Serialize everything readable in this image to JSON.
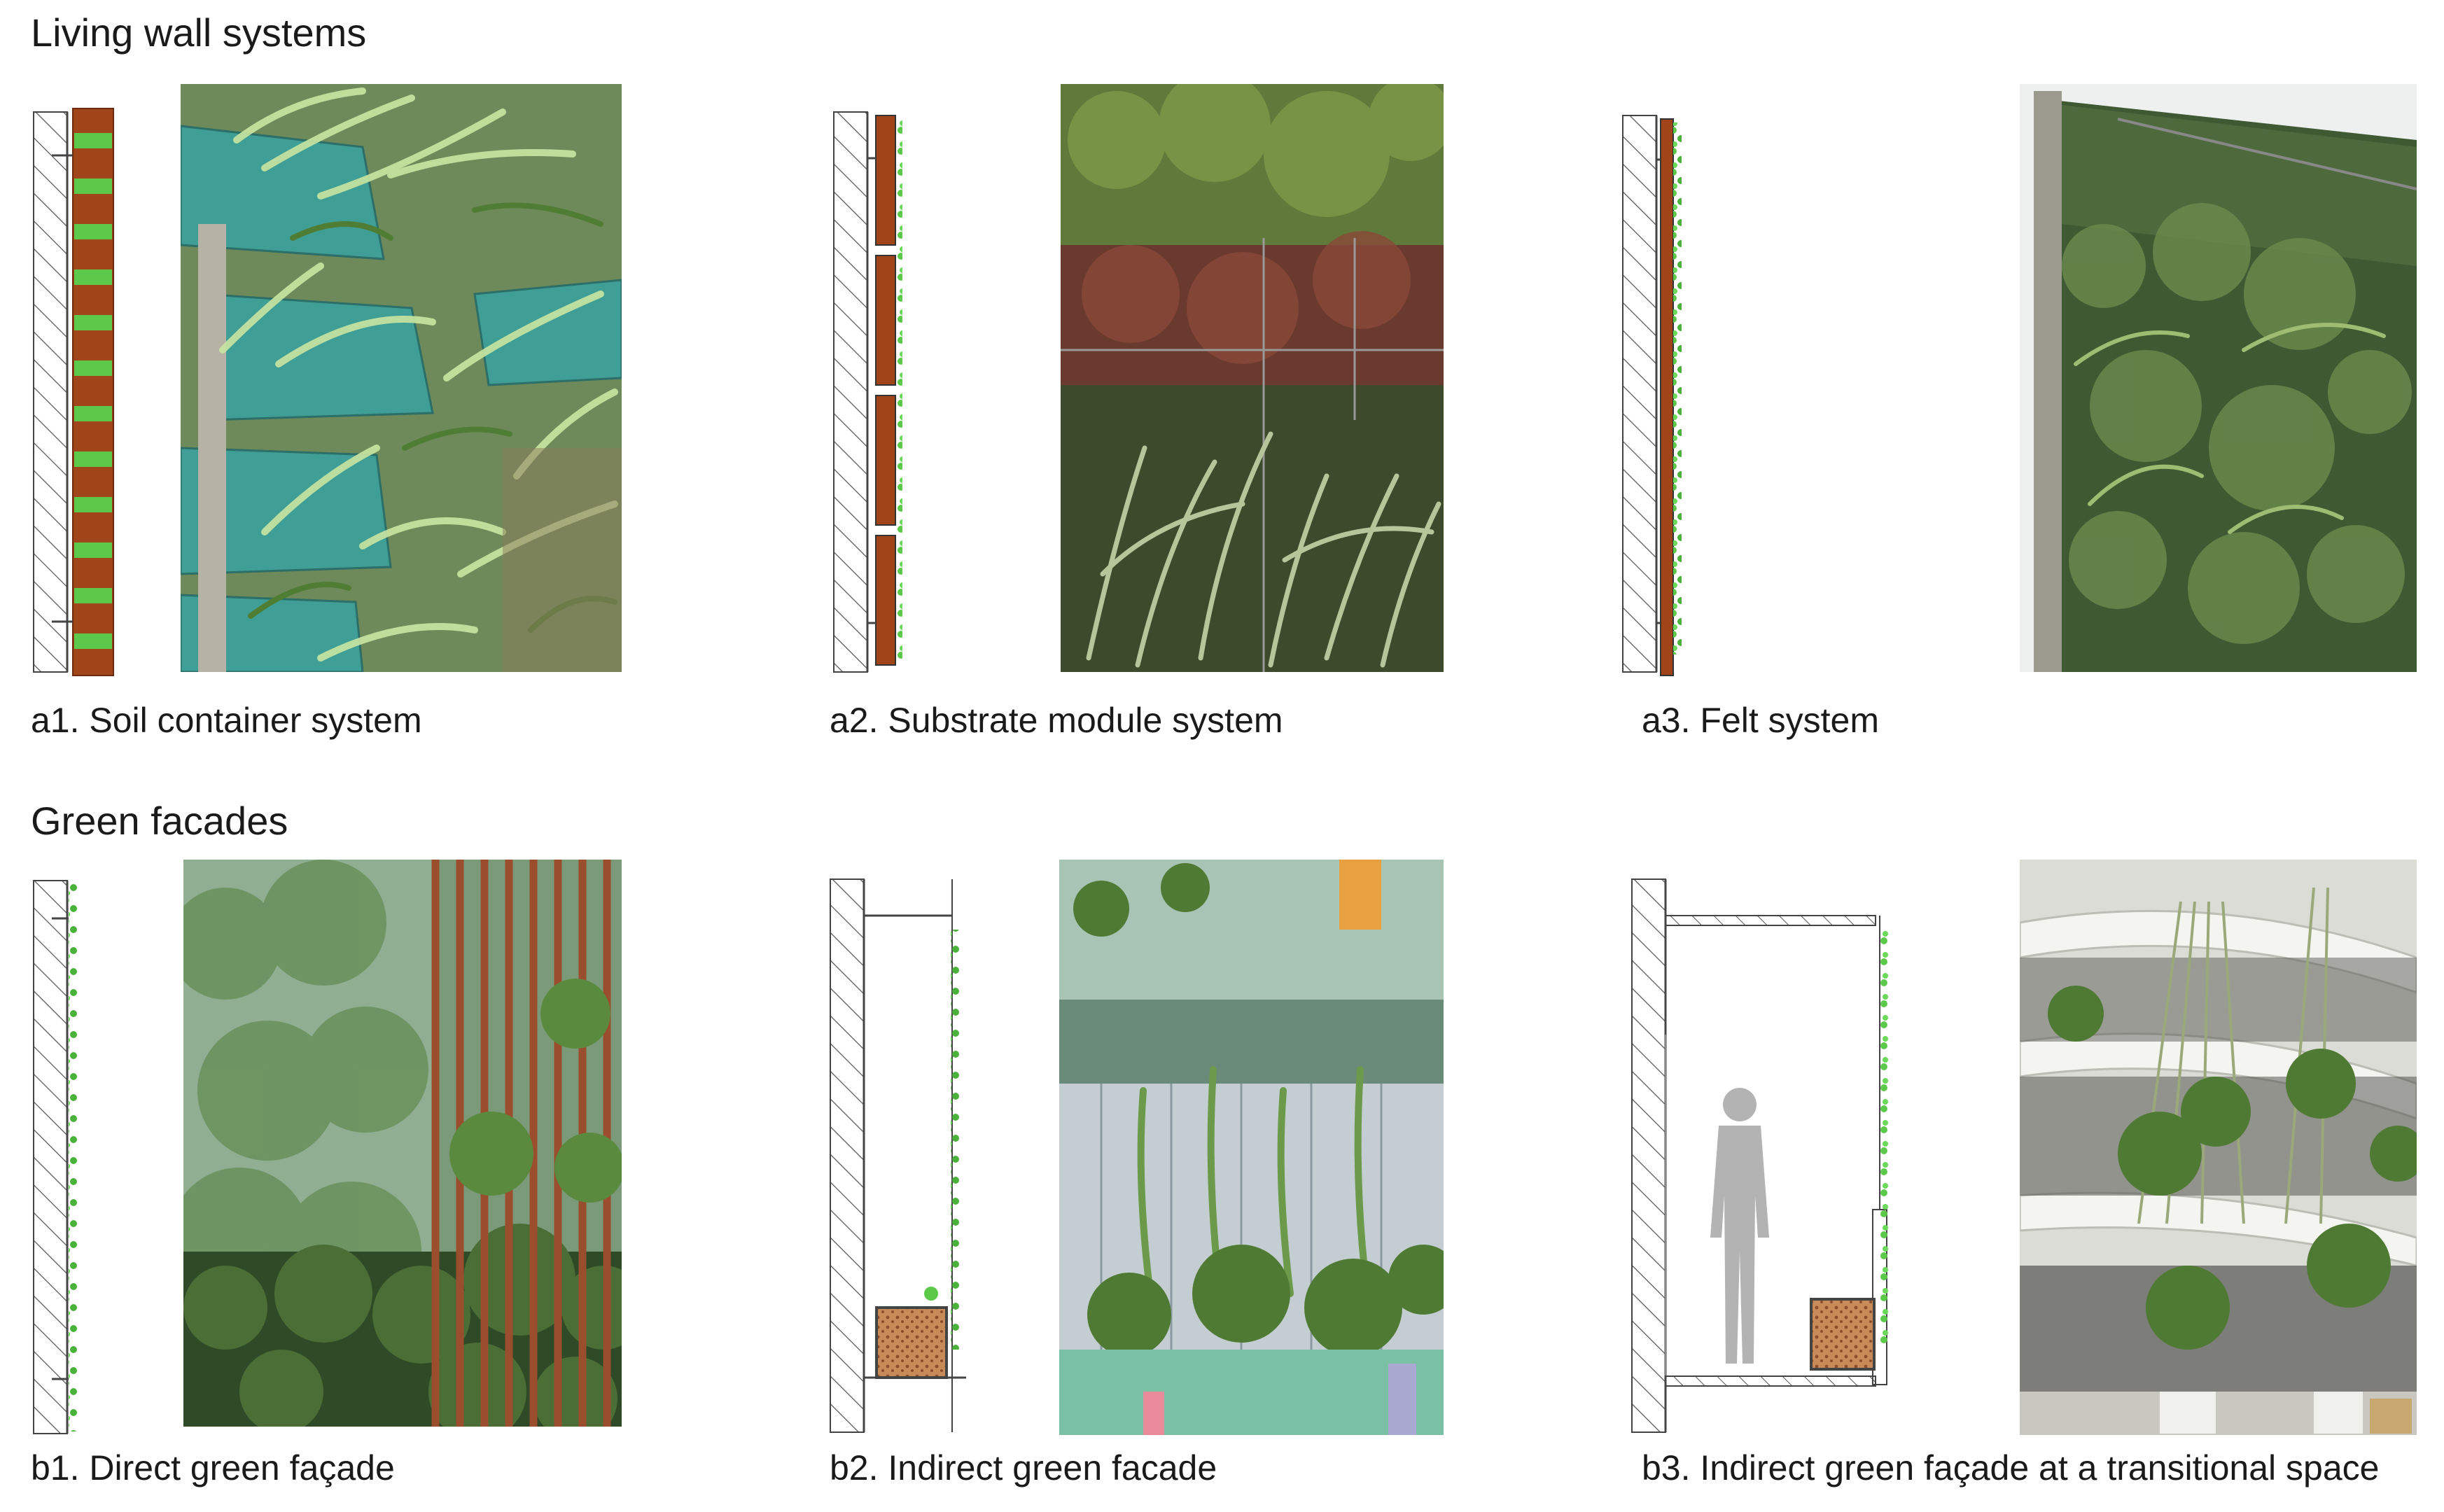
{
  "sections": {
    "living_wall": {
      "title": "Living wall systems"
    },
    "green_facades": {
      "title": "Green facades"
    }
  },
  "panels": {
    "a1": {
      "caption": "a1. Soil container system",
      "photo": "living-wall-soil-container-photo"
    },
    "a2": {
      "caption": "a2. Substrate module system",
      "photo": "living-wall-substrate-module-photo"
    },
    "a3": {
      "caption": "a3. Felt system",
      "photo": "living-wall-felt-photo"
    },
    "b1": {
      "caption": "b1. Direct green façade",
      "photo": "direct-green-facade-photo"
    },
    "b2": {
      "caption": "b2. Indirect green facade",
      "photo": "indirect-green-facade-photo"
    },
    "b3": {
      "caption": "b3. Indirect green façade at a transitional space",
      "photo": "transitional-space-facade-photo"
    }
  },
  "colors": {
    "soil": "#a0441a",
    "leaf": "#5cc94a",
    "hatch": "#555555",
    "silhouette": "#b3b3b3",
    "planter_fill": "#c98a5a"
  }
}
